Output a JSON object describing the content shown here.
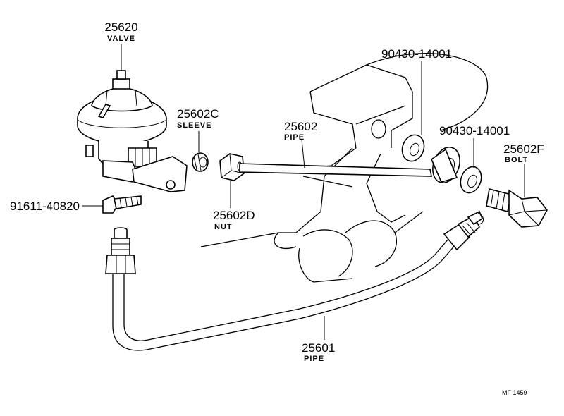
{
  "parts": {
    "valve": {
      "number": "25620",
      "name": "VALVE"
    },
    "sleeve": {
      "number": "25602C",
      "name": "SLEEVE"
    },
    "pipe_upper": {
      "number": "25602",
      "name": "PIPE"
    },
    "gasket_1": {
      "number": "90430-14001"
    },
    "gasket_2": {
      "number": "90430-14001"
    },
    "bolt": {
      "number": "25602F",
      "name": "BOLT"
    },
    "valve_bolt": {
      "number": "91611-40820"
    },
    "nut": {
      "number": "25602D",
      "name": "NUT"
    },
    "pipe_lower": {
      "number": "25601",
      "name": "PIPE"
    }
  },
  "figure_code": "MF 1459"
}
